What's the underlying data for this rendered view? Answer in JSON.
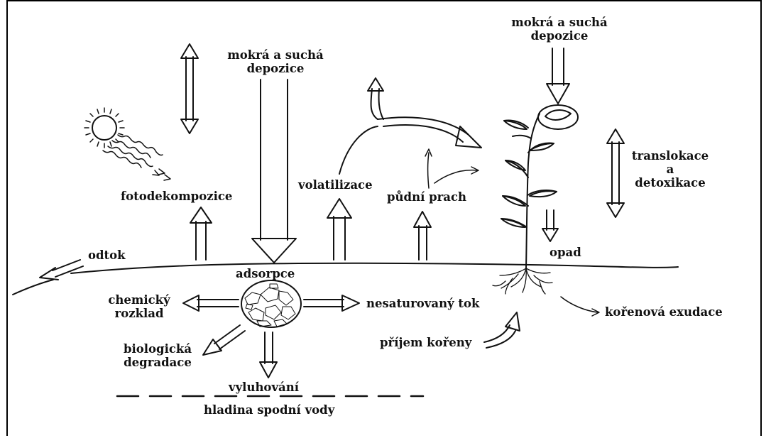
{
  "diagram": {
    "labels": {
      "deposition_top_line1": "mokrá a suchá",
      "deposition_top_line2": "depozice",
      "deposition_plant_line1": "mokrá a suchá",
      "deposition_plant_line2": "depozice",
      "photodecomposition": "fotodekompozice",
      "volatilization": "volatilizace",
      "soil_dust": "půdní prach",
      "translocation_line1": "translokace",
      "translocation_line2": "a",
      "translocation_line3": "detoxikace",
      "runoff": "odtok",
      "litterfall": "opad",
      "adsorption": "adsorpce",
      "chemical_line1": "chemický",
      "chemical_line2": "rozklad",
      "unsaturated_flow": "nesaturovaný tok",
      "root_exudation": "kořenová exudace",
      "root_uptake": "příjem kořeny",
      "biological_line1": "biologická",
      "biological_line2": "degradace",
      "leaching": "vyluhování",
      "groundwater_level": "hladina spodní vody"
    }
  }
}
